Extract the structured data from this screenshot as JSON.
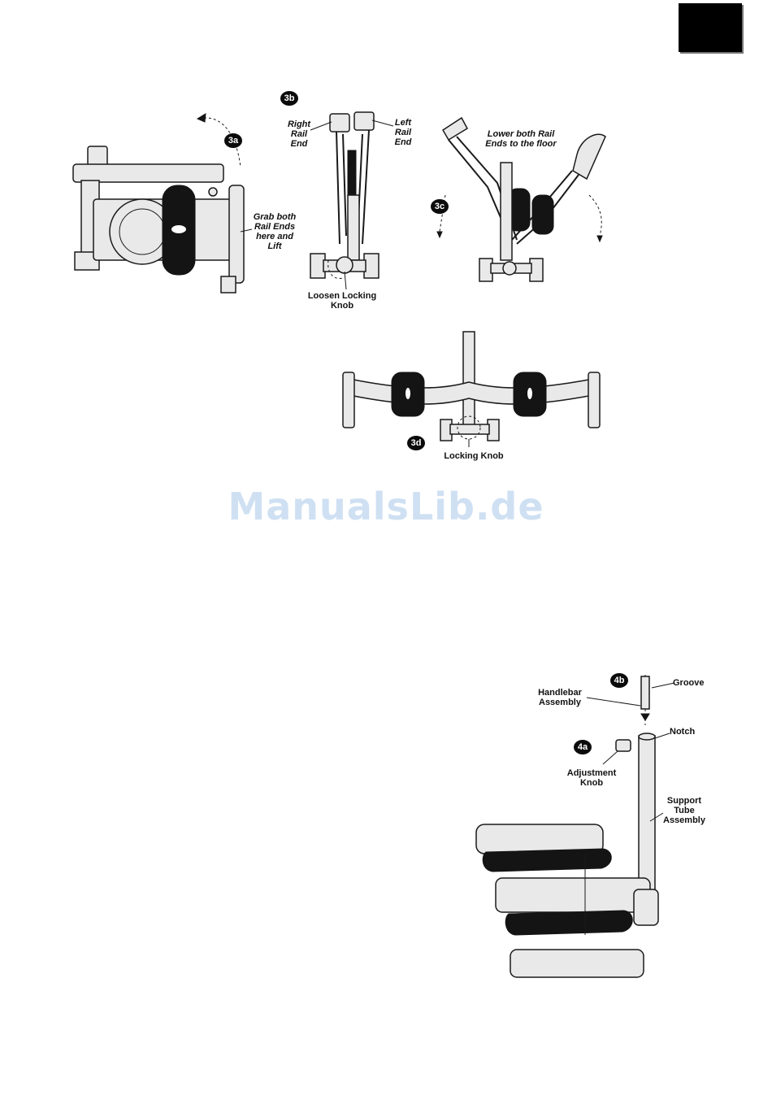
{
  "watermark": "ManualsLib.de",
  "figures": {
    "fig3a": {
      "badge": "3a",
      "grab_label": [
        "Grab both",
        "Rail Ends",
        "here and",
        "Lift"
      ]
    },
    "fig3b": {
      "badge": "3b",
      "right_rail": [
        "Right",
        "Rail",
        "End"
      ],
      "left_rail": [
        "Left",
        "Rail",
        "End"
      ],
      "loosen_label": [
        "Loosen Locking",
        "Knob"
      ]
    },
    "fig3c": {
      "badge": "3c",
      "lower_label": [
        "Lower both Rail",
        "Ends to the floor"
      ]
    },
    "fig3d": {
      "badge": "3d",
      "locking_label": "Locking Knob"
    },
    "fig4": {
      "badge_b": "4b",
      "badge_a": "4a",
      "groove": "Groove",
      "handlebar": [
        "Handlebar",
        "Assembly"
      ],
      "notch": "Notch",
      "adjustment": [
        "Adjustment",
        "Knob"
      ],
      "support": [
        "Support",
        "Tube",
        "Assembly"
      ]
    }
  }
}
